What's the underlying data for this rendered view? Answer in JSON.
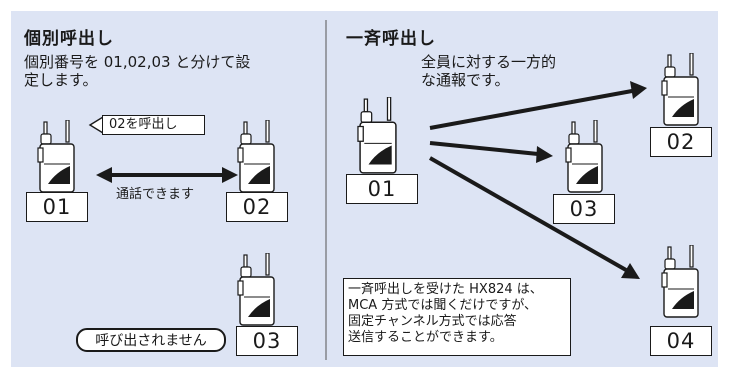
{
  "panel_color": "#dde4f4",
  "left": {
    "title": "個別呼出し",
    "desc_line1": "個別番号を 01,02,03 と分けて設",
    "desc_line2": "定します。",
    "callout": "02を呼出し",
    "talk_label": "通話できます",
    "no_call_label": "呼び出されません",
    "radios": [
      {
        "id": "01"
      },
      {
        "id": "02"
      },
      {
        "id": "03"
      }
    ]
  },
  "right": {
    "title": "一斉呼出し",
    "desc_line1": "全員に対する一方的",
    "desc_line2": "な通報です。",
    "radios": [
      {
        "id": "01"
      },
      {
        "id": "02"
      },
      {
        "id": "03"
      },
      {
        "id": "04"
      }
    ],
    "note_lines": [
      "一斉呼出しを受けた HX824 は、",
      "MCA 方式では聞くだけですが、",
      "固定チャンネル方式では応答",
      "送信することができます。"
    ]
  }
}
